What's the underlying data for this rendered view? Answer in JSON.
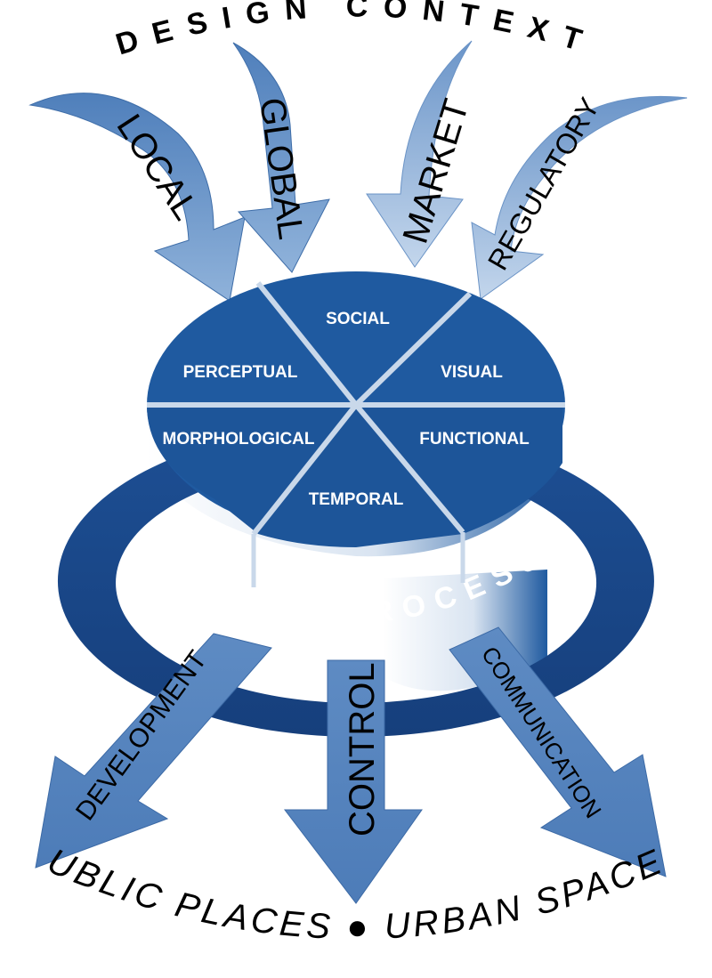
{
  "design_context": {
    "title": "DESIGN CONTEXT",
    "inputs": [
      "LOCAL",
      "GLOBAL",
      "MARKET",
      "REGULATORY"
    ]
  },
  "design_dimensions": {
    "segments": [
      "SOCIAL",
      "VISUAL",
      "FUNCTIONAL",
      "TEMPORAL",
      "MORPHOLOGICAL",
      "PERCEPTUAL"
    ]
  },
  "design_process": {
    "label": "DESIGN PROCESS"
  },
  "outputs": {
    "arrows": [
      "DEVELOPMENT",
      "CONTROL",
      "COMMUNICATION"
    ]
  },
  "outcome": {
    "left": "PUBLIC PLACES",
    "separator": "●",
    "right": "URBAN SPACES"
  },
  "colors": {
    "disc_blue": "#1f5aa0",
    "ring_blue": "#194a8f",
    "arrow_blue": "#5f8cc4",
    "arrow_light": "#b9cfe8",
    "divider": "#c9d8ea"
  }
}
